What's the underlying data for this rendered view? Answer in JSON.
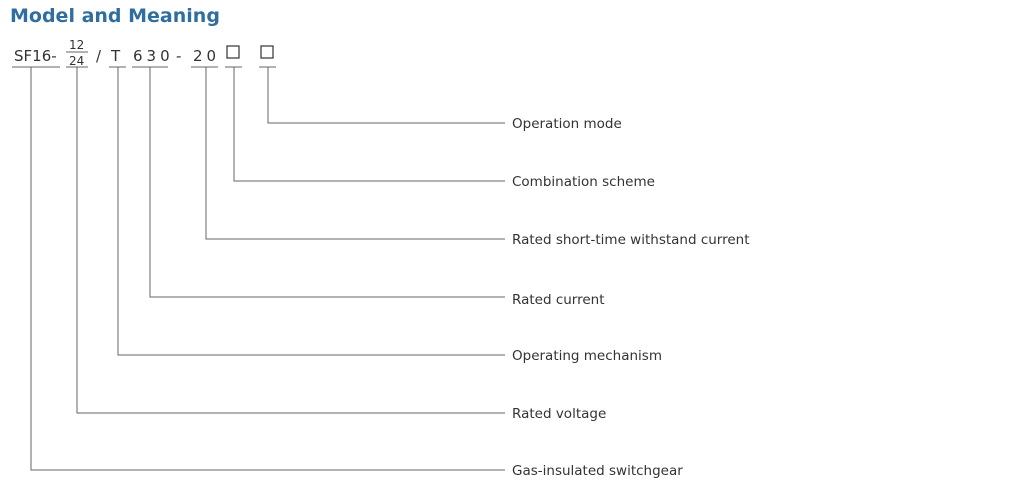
{
  "title": "Model and Meaning",
  "model_code": {
    "prefix": "SF16-",
    "voltage_top": "12",
    "voltage_bottom": "24",
    "slash": "/",
    "mechanism": "T",
    "current": "630",
    "dash": "-",
    "withstand": "20",
    "placeholder_glyph": "□"
  },
  "labels": [
    "Operation mode",
    "Combination scheme",
    "Rated short-time withstand current",
    "Rated current",
    "Operating mechanism",
    "Rated voltage",
    "Gas-insulated switchgear"
  ]
}
